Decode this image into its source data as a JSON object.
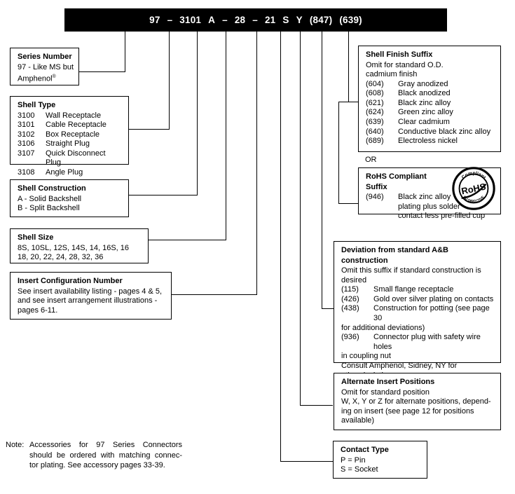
{
  "part_number": {
    "segments": [
      "97",
      "–",
      "3101",
      "A",
      "–",
      "28",
      "–",
      "21",
      "S",
      "Y",
      "(847)",
      "(639)"
    ]
  },
  "callouts": {
    "series_number": {
      "title": "Series Number",
      "lines": [
        "97 - Like MS but",
        "Amphenol"
      ],
      "registered_mark": "®"
    },
    "shell_type": {
      "title": "Shell Type",
      "rows": [
        {
          "code": "3100",
          "desc": "Wall Receptacle"
        },
        {
          "code": "3101",
          "desc": "Cable Receptacle"
        },
        {
          "code": "3102",
          "desc": "Box Receptacle"
        },
        {
          "code": "3106",
          "desc": "Straight Plug"
        },
        {
          "code": "3107",
          "desc": "Quick Disconnect Plug"
        },
        {
          "code": "3108",
          "desc": "Angle Plug"
        }
      ]
    },
    "shell_construction": {
      "title": "Shell Construction",
      "lines": [
        "A - Solid Backshell",
        "B - Split Backshell"
      ]
    },
    "shell_size": {
      "title": "Shell Size",
      "lines": [
        "8S, 10SL, 12S, 14S, 14, 16S, 16",
        "18, 20, 22, 24, 28, 32, 36"
      ]
    },
    "insert_configuration": {
      "title": "Insert Configuration Number",
      "lines": [
        "See insert availability listing - pages 4 & 5,",
        "and see insert arrangement illustrations -",
        "pages 6-11."
      ]
    },
    "shell_finish_suffix": {
      "title": "Shell Finish Suffix",
      "intro": [
        "Omit for standard O.D.",
        "cadmium finish"
      ],
      "rows": [
        {
          "code": "(604)",
          "desc": "Gray anodized"
        },
        {
          "code": "(608)",
          "desc": "Black anodized"
        },
        {
          "code": "(621)",
          "desc": "Black zinc alloy"
        },
        {
          "code": "(624)",
          "desc": "Green zinc alloy"
        },
        {
          "code": "(639)",
          "desc": "Clear cadmium"
        },
        {
          "code": "(640)",
          "desc": "Conductive black zinc alloy"
        },
        {
          "code": "(689)",
          "desc": "Electroless nickel"
        }
      ]
    },
    "or_label": "OR",
    "rohs_suffix": {
      "title_line1": "RoHS Compliant",
      "title_line2": "Suffix",
      "code": "(946)",
      "desc_lines": [
        "Black zinc alloy",
        "plating plus solder",
        "contact less pre-filled cup"
      ],
      "badge": {
        "main": "RoHS",
        "arc_top": "Compliant",
        "arc_bottom": "EU DIRECTIVE"
      }
    },
    "deviation": {
      "title_line1": "Deviation from standard A&B",
      "title_line2": "construction",
      "intro": [
        "Omit this suffix if standard construction is",
        "desired"
      ],
      "rows": [
        {
          "code": "(115)",
          "desc": "Small flange receptacle"
        },
        {
          "code": "(426)",
          "desc": "Gold over silver plating on contacts"
        },
        {
          "code": "(438)",
          "desc": "Construction for potting (see page 30"
        }
      ],
      "cont1": "for additional deviations)",
      "row4": {
        "code": "(936)",
        "desc": "Connector plug with safety wire holes"
      },
      "cont2": "in coupling nut",
      "footer": [
        "Consult Amphenol, Sidney, NY for",
        "other deviations."
      ]
    },
    "alternate_insert_positions": {
      "title": "Alternate Insert Positions",
      "lines": [
        "Omit for standard position",
        "W, X, Y or Z for alternate positions, depend-",
        "ing on insert (see page 12 for positions",
        "available)"
      ]
    },
    "contact_type": {
      "title": "Contact Type",
      "lines": [
        "P = Pin",
        "S = Socket"
      ]
    }
  },
  "note": {
    "label": "Note:",
    "lines": [
      "Accessories for 97 Series Connectors",
      "should be ordered with matching connec-",
      "tor plating. See accessory pages 33-39."
    ]
  }
}
